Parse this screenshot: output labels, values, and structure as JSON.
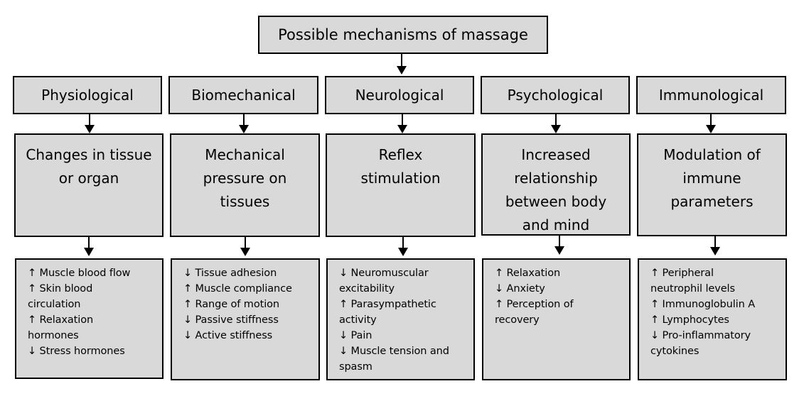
{
  "root": {
    "label": "Possible mechanisms of massage"
  },
  "categories": [
    {
      "label": "Physiological",
      "mechanism": [
        "Changes in tissue",
        "or organ"
      ],
      "effects": [
        "↑ Muscle blood flow",
        "↑ Skin blood",
        "circulation",
        "↑ Relaxation",
        "hormones",
        "↓ Stress hormones"
      ]
    },
    {
      "label": "Biomechanical",
      "mechanism": [
        "Mechanical",
        "pressure on",
        "tissues"
      ],
      "effects": [
        "↓ Tissue adhesion",
        "↑ Muscle compliance",
        "↑ Range of motion",
        "↓ Passive stiffness",
        "↓ Active stiffness"
      ]
    },
    {
      "label": "Neurological",
      "mechanism": [
        "Reflex",
        "stimulation"
      ],
      "effects": [
        "↓ Neuromuscular",
        "excitability",
        "↑ Parasympathetic",
        "activity",
        "↓ Pain",
        "↓ Muscle tension and",
        "spasm"
      ]
    },
    {
      "label": "Psychological",
      "mechanism": [
        "Increased",
        "relationship",
        "between body",
        "and mind"
      ],
      "effects": [
        "↑ Relaxation",
        "↓ Anxiety",
        "↑ Perception of",
        "recovery"
      ]
    },
    {
      "label": "Immunological",
      "mechanism": [
        "Modulation of",
        "immune",
        "parameters"
      ],
      "effects": [
        "↑ Peripheral",
        "neutrophil levels",
        "↑ Immunoglobulin A",
        "↑ Lymphocytes",
        "↓ Pro-inflammatory",
        "cytokines"
      ]
    }
  ]
}
